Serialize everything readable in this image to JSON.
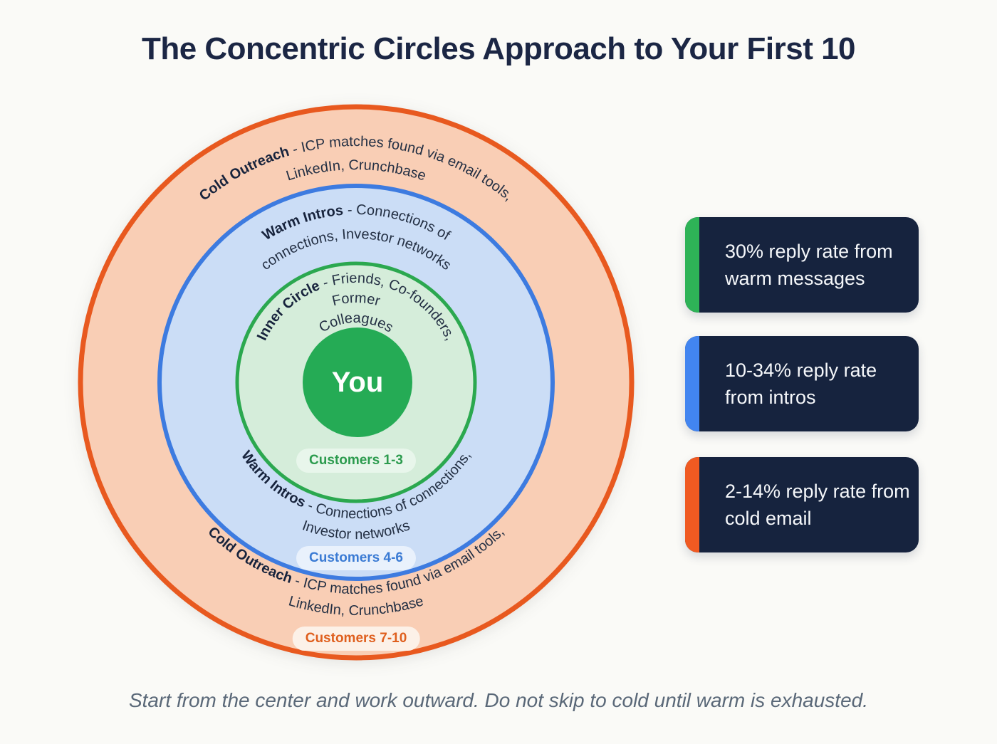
{
  "title": "The Concentric Circles Approach to Your First 10",
  "footer": "Start from the center and work outward. Do not skip to cold until warm is exhausted.",
  "colors": {
    "background": "#FAFAF7",
    "title": "#1B2644",
    "ring_cold_fill": "#F9CEB5",
    "ring_cold_stroke": "#E8591F",
    "ring_warm_fill": "#CBDDF6",
    "ring_warm_stroke": "#3D7BE0",
    "ring_inner_fill": "#D5EDDA",
    "ring_inner_stroke": "#2BA84F",
    "you_fill": "#25AB55",
    "card_bg": "#16233E",
    "card_text": "#F5F7FA",
    "footer_text": "#5A6878"
  },
  "diagram": {
    "center_label": "You",
    "rings": {
      "cold_top": {
        "label": "Cold Outreach",
        "desc1": " - ICP matches found via email tools,",
        "desc2": "LinkedIn, Crunchbase"
      },
      "warm_top": {
        "label": "Warm Intros",
        "desc1": " - Connections of",
        "desc2": "connections, Investor networks"
      },
      "inner": {
        "label": "Inner Circle",
        "desc1": " - Friends, Co-founders,",
        "desc2": "Former",
        "desc3": "Colleagues"
      },
      "warm_bottom": {
        "label": "Warm Intros",
        "desc1": " - Connections of connections,",
        "desc2": "Investor networks"
      },
      "cold_bottom": {
        "label": "Cold Outreach",
        "desc1": " - ICP matches found via email tools,",
        "desc2": "LinkedIn, Crunchbase"
      }
    },
    "badges": {
      "inner": {
        "text": "Customers 1-3",
        "bg": "#E8F6EB",
        "color": "#2C9B4E"
      },
      "warm": {
        "text": "Customers 4-6",
        "bg": "#E9F1FC",
        "color": "#3B7BD4"
      },
      "cold": {
        "text": "Customers 7-10",
        "bg": "#FCF1E8",
        "color": "#DF5F1E"
      }
    }
  },
  "stats": [
    {
      "text": "30% reply rate from warm messages",
      "accent": "#2EB357"
    },
    {
      "text": "10-34% reply rate from intros",
      "accent": "#4285F0"
    },
    {
      "text": "2-14% reply rate from cold email",
      "accent": "#F05A22"
    }
  ]
}
